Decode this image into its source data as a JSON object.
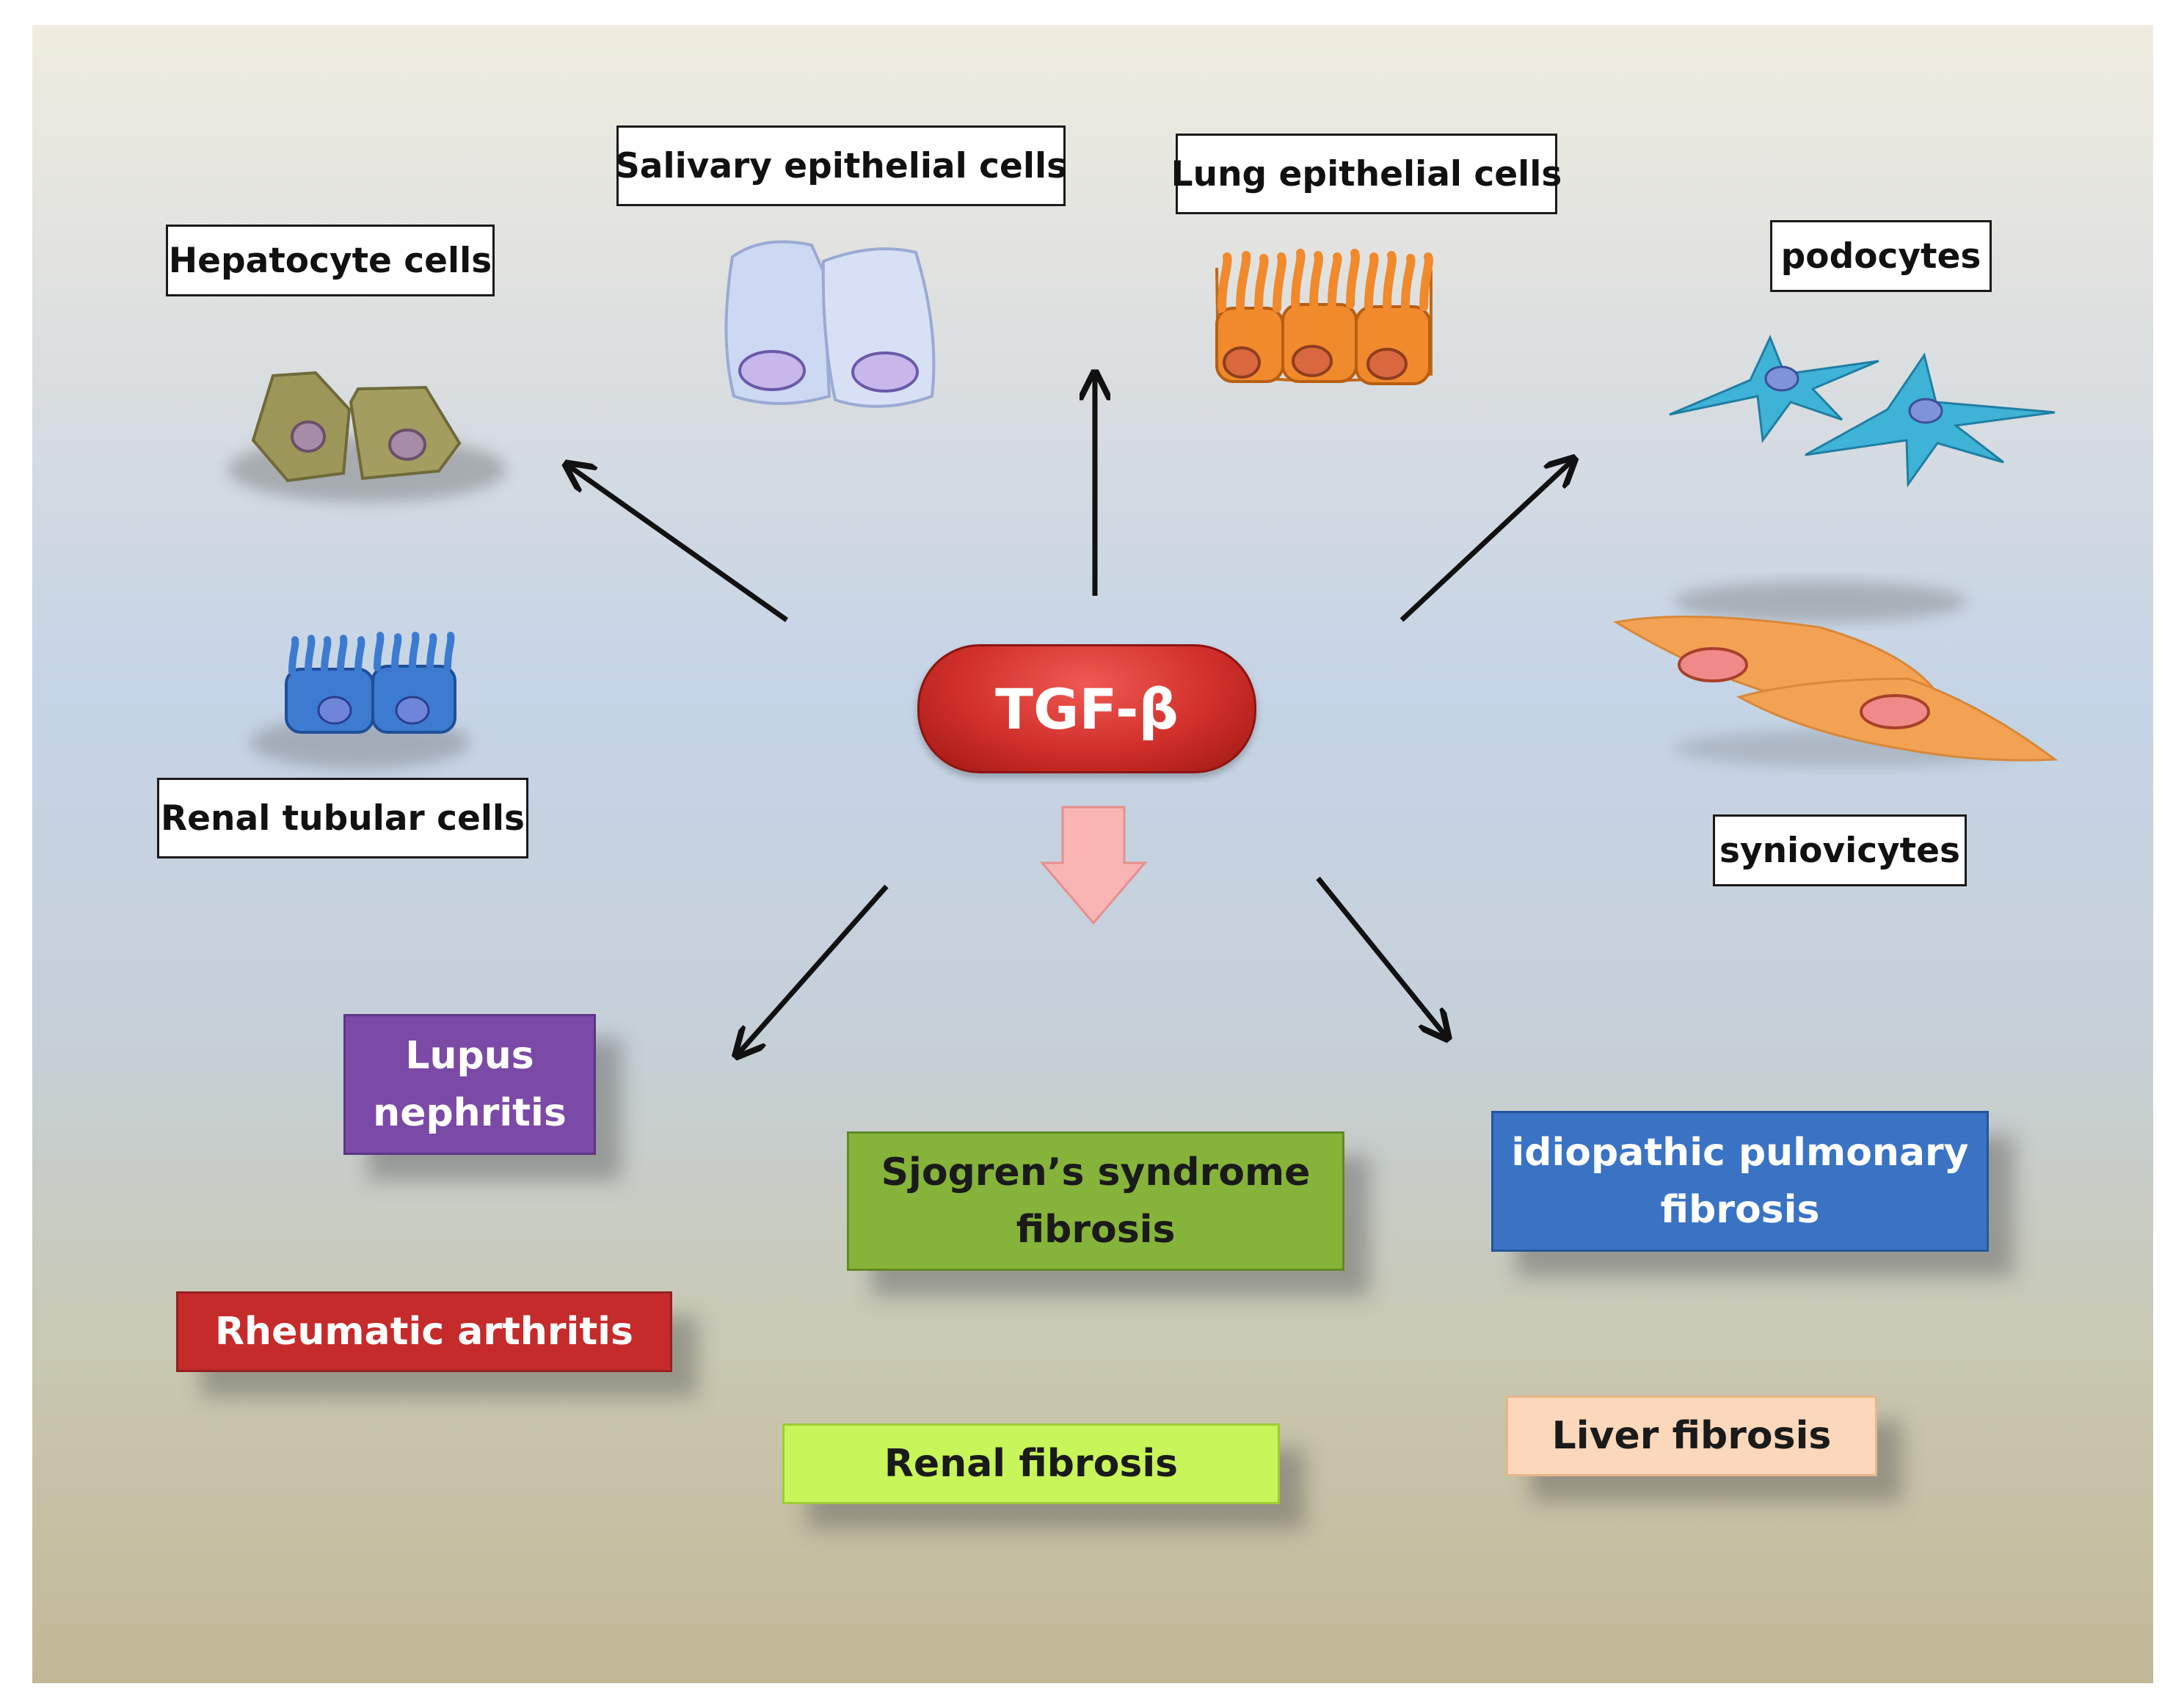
{
  "center": {
    "label": "TGF-β"
  },
  "cell_types": {
    "hepatocyte": "Hepatocyte cells",
    "salivary": "Salivary epithelial cells",
    "lung": "Lung epithelial cells",
    "podocytes": "podocytes",
    "renal_tubular": "Renal tubular cells",
    "syniovicytes": "syniovicytes"
  },
  "diseases": {
    "lupus": [
      "Lupus",
      "nephritis"
    ],
    "sjogren": [
      "Sjogren’s  syndrome",
      "fibrosis"
    ],
    "ipf": [
      "idiopathic  pulmonary",
      "fibrosis"
    ],
    "ra": "Rheumatic  arthritis",
    "renal": "Renal fibrosis",
    "liver": "Liver fibrosis"
  },
  "colors": {
    "tgf": "#d12f2a",
    "lupus": "#7b4aa6",
    "sjogren": "#86b33a",
    "ipf": "#3a73c4",
    "ra": "#c52b2b",
    "renal": "#c8f55a",
    "liver": "#fbd8bb",
    "down_arrow": "#f9b5b3"
  }
}
